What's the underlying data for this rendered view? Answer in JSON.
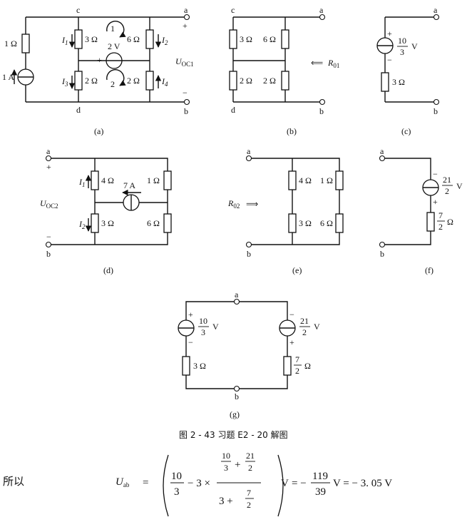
{
  "diagram_a": {
    "caption": "(a)",
    "nodes": {
      "c": "c",
      "d": "d",
      "a": "a",
      "b": "b"
    },
    "resistors": {
      "r1": "1 Ω",
      "r2": "3 Ω",
      "r3": "6 Ω",
      "r4": "2 Ω",
      "r5": "2 Ω"
    },
    "current_source": "1 A",
    "voltage_source": "2 V",
    "loops": [
      "1",
      "2"
    ],
    "currents": {
      "i1": "I",
      "i1s": "1",
      "i2": "I",
      "i2s": "2",
      "i3": "I",
      "i3s": "3",
      "i4": "I",
      "i4s": "4"
    },
    "output": {
      "label": "U",
      "sub": "OC1",
      "plus": "+",
      "minus": "−"
    },
    "vs_plus": "+",
    "vs_minus": "-"
  },
  "diagram_b": {
    "caption": "(b)",
    "nodes": {
      "c": "c",
      "d": "d",
      "a": "a",
      "b": "b"
    },
    "resistors": {
      "r1": "3 Ω",
      "r2": "6 Ω",
      "r3": "2 Ω",
      "r4": "2 Ω"
    },
    "arrow": "⟸",
    "rlabel": "R",
    "rsub": "01"
  },
  "diagram_c": {
    "caption": "(c)",
    "nodes": {
      "a": "a",
      "b": "b"
    },
    "source_num": "10",
    "source_den": "3",
    "source_unit": "V",
    "plus": "+",
    "minus": "−",
    "resistor": "3 Ω"
  },
  "diagram_d": {
    "caption": "(d)",
    "nodes": {
      "a": "a",
      "b": "b"
    },
    "resistors": {
      "r1": "4 Ω",
      "r2": "1 Ω",
      "r3": "3 Ω",
      "r4": "6 Ω"
    },
    "current_source": "7 A",
    "currents": {
      "i1": "I",
      "i1s": "1",
      "i2": "I",
      "i2s": "2"
    },
    "output": {
      "label": "U",
      "sub": "OC2",
      "plus": "+",
      "minus": "−"
    }
  },
  "diagram_e": {
    "caption": "(e)",
    "nodes": {
      "a": "a",
      "b": "b"
    },
    "resistors": {
      "r1": "4 Ω",
      "r2": "1 Ω",
      "r3": "3 Ω",
      "r4": "6 Ω"
    },
    "arrow": "⟹",
    "rlabel": "R",
    "rsub": "02"
  },
  "diagram_f": {
    "caption": "(f)",
    "nodes": {
      "a": "a",
      "b": "b"
    },
    "source_num": "21",
    "source_den": "2",
    "source_unit": "V",
    "plus": "+",
    "minus": "−",
    "res_num": "7",
    "res_den": "2",
    "res_unit": "Ω"
  },
  "diagram_g": {
    "caption": "(g)",
    "nodes": {
      "a": "a",
      "b": "b"
    },
    "left_source_num": "10",
    "left_source_den": "3",
    "left_source_unit": "V",
    "right_source_num": "21",
    "right_source_den": "2",
    "right_source_unit": "V",
    "left_resistor": "3 Ω",
    "right_res_num": "7",
    "right_res_den": "2",
    "right_res_unit": "Ω",
    "plus": "+",
    "minus": "−"
  },
  "figure_caption": "图 2 - 43   习题 E2 - 20 解图",
  "equation": {
    "prefix": "所以",
    "lhs": "U",
    "lhs_sub": "ab",
    "eq": "=",
    "t1_num": "10",
    "t1_den": "3",
    "minus_times": "− 3 ×",
    "big_num_a": "10",
    "big_num_a_den": "3",
    "big_num_plus": "+",
    "big_num_b": "21",
    "big_num_b_den": "2",
    "big_den_a": "3 +",
    "big_den_b_num": "7",
    "big_den_b_den": "2",
    "unit": "V",
    "eq2": "= −",
    "res_num": "119",
    "res_den": "39",
    "tail": "V = − 3. 05  V"
  }
}
